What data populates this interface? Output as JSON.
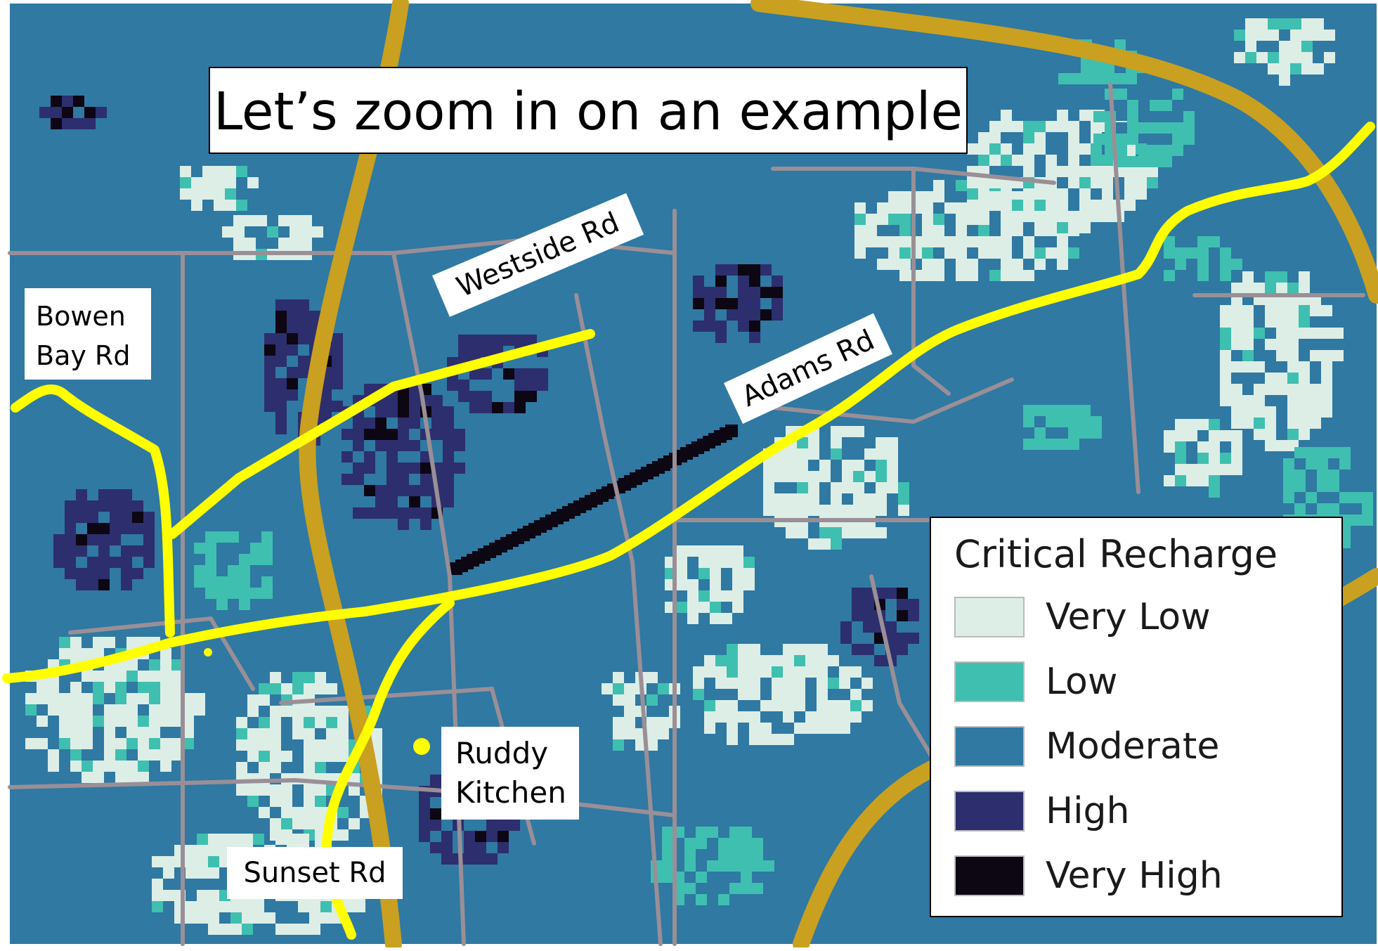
{
  "title": "Let’s zoom in on an example",
  "road_labels": {
    "bowen_line1": "Bowen",
    "bowen_line2": "Bay Rd",
    "westside": "Westside Rd",
    "adams": "Adams Rd",
    "sunset": "Sunset Rd"
  },
  "place_label": {
    "line1": "Ruddy",
    "line2": "Kitchen"
  },
  "legend": {
    "title": "Critical Recharge",
    "items": [
      {
        "label": "Very Low",
        "color": "#ddeee6"
      },
      {
        "label": "Low",
        "color": "#3fbfb0"
      },
      {
        "label": "Moderate",
        "color": "#2f79a3"
      },
      {
        "label": "High",
        "color": "#2d2e6e"
      },
      {
        "label": "Very High",
        "color": "#0c0712"
      }
    ]
  },
  "colors": {
    "highlight_road": "#ffff00",
    "highway": "#c9a020",
    "road": "#9a8f96"
  }
}
